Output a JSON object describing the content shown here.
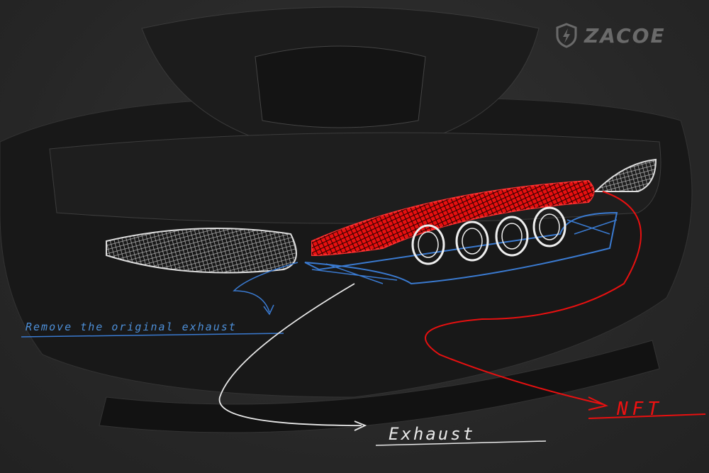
{
  "brand": {
    "name": "ZACOE",
    "logo_icon": "shield-lightning-icon"
  },
  "annotations": {
    "remove": "Remove the original exhaust",
    "exhaust": "Exhaust",
    "nft": "NFT"
  },
  "colors": {
    "background": "#2a2a2a",
    "red": "#e81010",
    "blue": "#3a7ad0",
    "white": "#e8e8e8"
  }
}
